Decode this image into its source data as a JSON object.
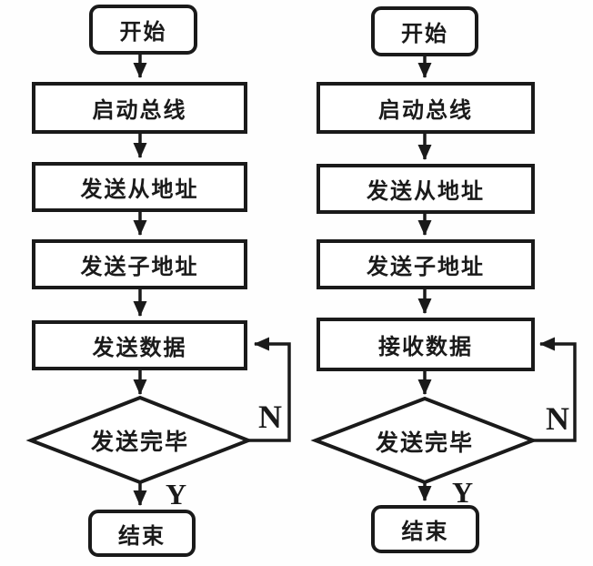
{
  "canvas": {
    "background_color": "#fefefe",
    "ink_color": "#1a1a1a",
    "description": "Two side-by-side flowcharts (I2C bus send routine and receive routine)"
  },
  "flowcharts": [
    {
      "id": "left",
      "nodes": {
        "start": "开始",
        "step1": "启动总线",
        "step2": "发送从地址",
        "step3": "发送子地址",
        "step4": "发送数据",
        "decision": "发送完毕",
        "end": "结束"
      },
      "branch_no": "N",
      "branch_yes": "Y"
    },
    {
      "id": "right",
      "nodes": {
        "start": "开始",
        "step1": "启动总线",
        "step2": "发送从地址",
        "step3": "发送子地址",
        "step4": "接收数据",
        "decision": "发送完毕",
        "end": "结束"
      },
      "branch_no": "N",
      "branch_yes": "Y"
    }
  ]
}
